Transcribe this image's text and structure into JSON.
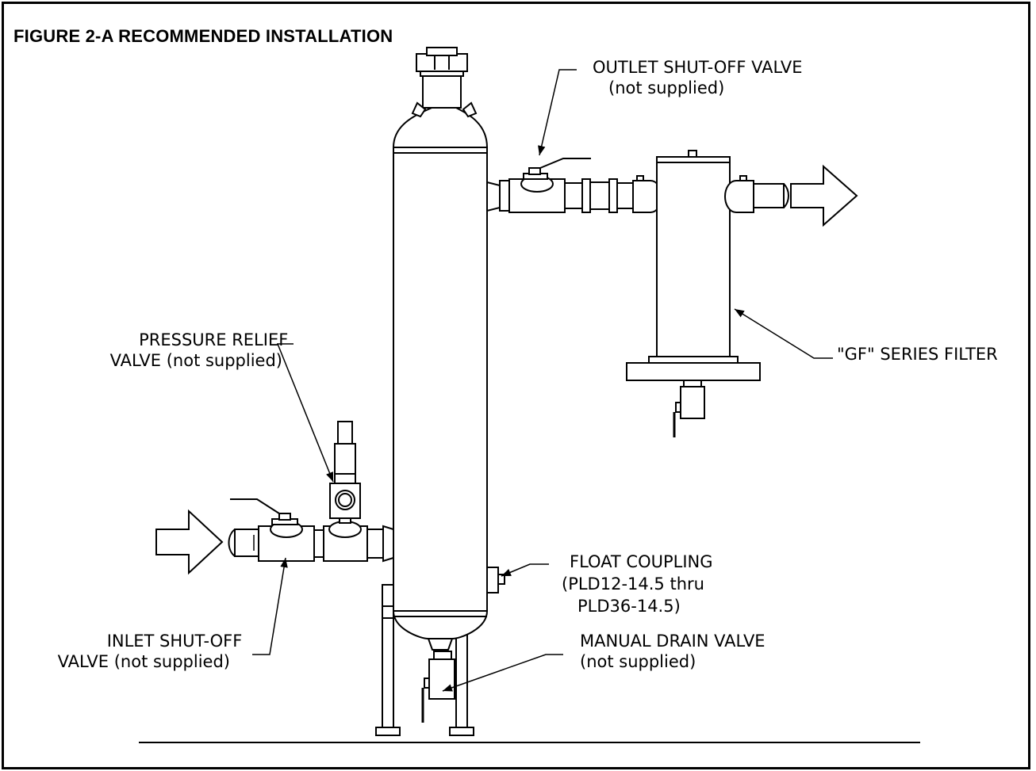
{
  "title": "FIGURE 2-A  RECOMMENDED INSTALLATION",
  "labels": {
    "outlet_valve": [
      "OUTLET SHUT-OFF VALVE",
      "(not supplied)"
    ],
    "pressure_relief": [
      "PRESSURE RELIEF",
      "VALVE (not supplied)"
    ],
    "gf_filter": [
      "\"GF\" SERIES FILTER"
    ],
    "float_coupling": [
      "FLOAT COUPLING",
      "(PLD12-14.5 thru",
      "PLD36-14.5)"
    ],
    "inlet_valve": [
      "INLET SHUT-OFF",
      "VALVE (not supplied)"
    ],
    "drain_valve": [
      "MANUAL DRAIN VALVE",
      "(not supplied)"
    ]
  }
}
